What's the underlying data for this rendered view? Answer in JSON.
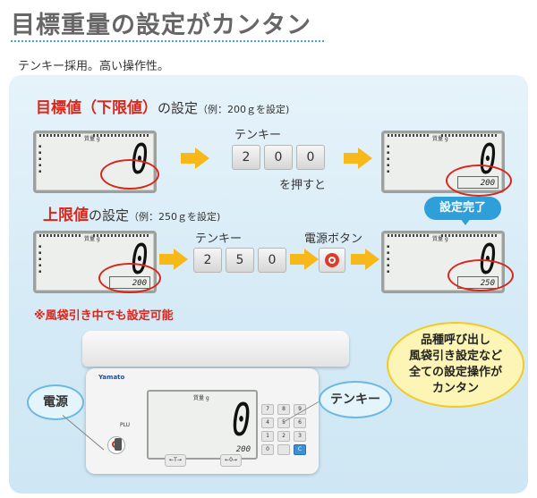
{
  "header": {
    "title": "目標重量の設定がカンタン",
    "subtitle": "テンキー採用。高い操作性。"
  },
  "section1": {
    "heading_red": "目標値（下限値）",
    "heading_text": "の設定",
    "heading_small": "（例：200ｇを設定)",
    "keypad_label": "テンキー",
    "keys": [
      "2",
      "0",
      "0"
    ],
    "press_label": "を押すと",
    "display_before": {
      "main": "0",
      "sub": ""
    },
    "display_after": {
      "main": "0",
      "sub": "200"
    }
  },
  "section2": {
    "heading_red": "上限値",
    "heading_text": "の設定",
    "heading_small": "（例：250ｇを設定)",
    "keypad_label": "テンキー",
    "keys": [
      "2",
      "5",
      "0"
    ],
    "power_label": "電源ボタン",
    "display_before": {
      "main": "0",
      "sub": "200"
    },
    "display_after": {
      "main": "0",
      "sub": "250"
    }
  },
  "complete_badge": "設定完了",
  "note": "※風袋引き中でも設定可能",
  "scale": {
    "brand": "Yamato",
    "plu": "PLU",
    "display_main": "0",
    "display_sub": "200",
    "lcd_label": "質量 g",
    "keypad": [
      "7",
      "8",
      "9",
      "4",
      "5",
      "6",
      "1",
      "2",
      "3",
      "0",
      "",
      "C"
    ]
  },
  "callouts": {
    "power": "電源",
    "tenkey": "テンキー"
  },
  "bubble": [
    "品種呼び出し",
    "風袋引き設定など",
    "全ての設定操作が",
    "カンタン"
  ],
  "lcd_label": "質量 g"
}
